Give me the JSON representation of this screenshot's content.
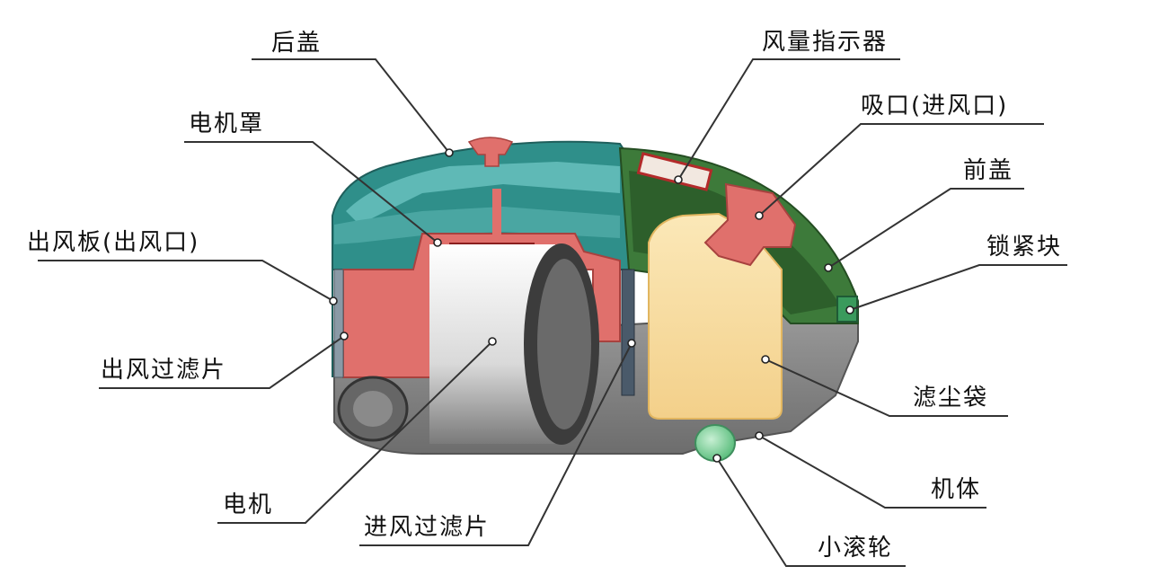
{
  "diagram": {
    "labels": {
      "rear_cover": "后盖",
      "motor_cover": "电机罩",
      "outlet_plate": "出风板(出风口)",
      "outlet_filter": "出风过滤片",
      "motor": "电机",
      "inlet_filter": "进风过滤片",
      "airflow_indicator": "风量指示器",
      "suction_port": "吸口(进风口)",
      "front_cover": "前盖",
      "locking_block": "锁紧块",
      "dust_bag": "滤尘袋",
      "body": "机体",
      "small_roller": "小滚轮"
    },
    "colors": {
      "shell_teal": "#2f8f8a",
      "shell_light": "#5fb9b6",
      "front_green": "#3d7a3a",
      "motor_cover_red": "#e0706c",
      "dust_bag_yellow": "#f6dca0",
      "body_gray": "#8c8c8c",
      "roller_green": "#7fcf9a"
    }
  }
}
